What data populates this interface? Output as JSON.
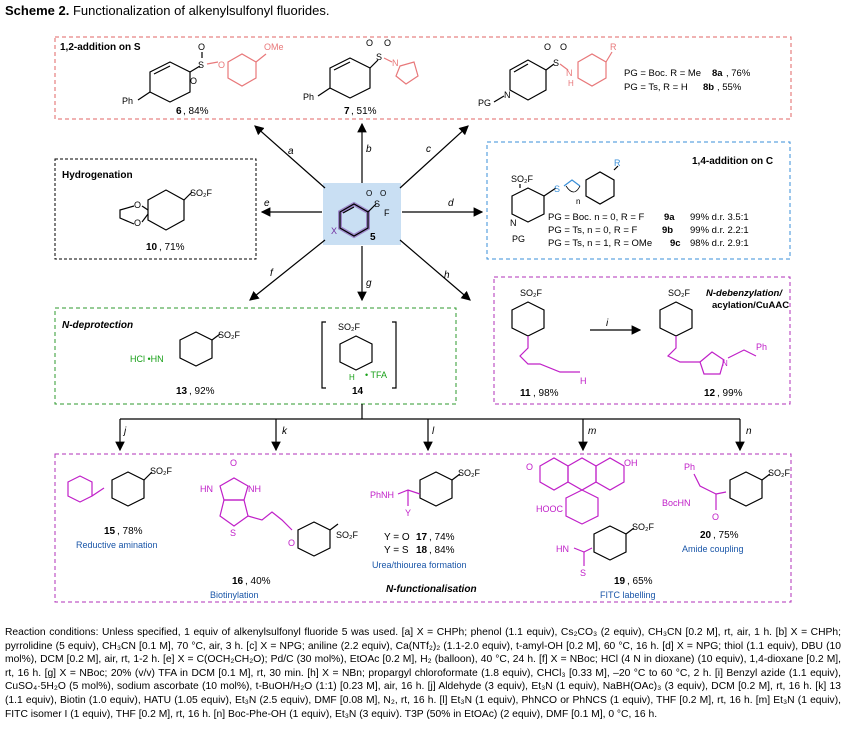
{
  "title": {
    "scheme": "Scheme 2.",
    "text": "Functionalization of alkenylsulfonyl fluorides."
  },
  "center": {
    "x": "X",
    "so2f_s": "S",
    "so2f_o": "O",
    "f": "F",
    "num": "5"
  },
  "arrows": {
    "a": "a",
    "b": "b",
    "c": "c",
    "d": "d",
    "e": "e",
    "f": "f",
    "g": "g",
    "h": "h",
    "i": "i",
    "j": "j",
    "k": "k",
    "l": "l",
    "m": "m",
    "n": "n"
  },
  "box_12": {
    "title": "1,2-addition on S",
    "c6": {
      "label": "6",
      "yield": ", 84%",
      "ome": "OMe",
      "ph": "Ph"
    },
    "c7": {
      "label": "7",
      "yield": ", 51%",
      "ph": "Ph"
    },
    "c8": {
      "r": "R",
      "pg": "PG",
      "n": "N",
      "h": "H",
      "line1": "PG = Boc. R = Me ",
      "line1b": "8a",
      "line1c": ", 76%",
      "line2": "PG = Ts, R = H ",
      "line2b": "8b",
      "line2c": ", 55%"
    }
  },
  "box_hyd": {
    "title": "Hydrogenation",
    "so2f": "SO₂F",
    "label": "10",
    "yield": ", 71%"
  },
  "box_14add": {
    "title": "1,4-addition on C",
    "so2f": "SO₂F",
    "s": "S",
    "n_sub": "n",
    "r": "R",
    "n": "N",
    "pg": "PG",
    "rows": [
      {
        "left": "PG = Boc. n = 0, R = F ",
        "cmp": "9a",
        "right": "99% d.r. 3.5:1"
      },
      {
        "left": "PG = Ts, n = 0, R = F ",
        "cmp": "9b",
        "right": "99% d.r. 2.2:1"
      },
      {
        "left": "PG = Ts, n = 1, R = OMe ",
        "cmp": "9c",
        "right": "98% d.r. 2.9:1"
      }
    ]
  },
  "box_deprot": {
    "title": "N-deprotection",
    "so2f": "SO₂F",
    "hcl": "HCl •HN",
    "label13": "13",
    "yield13": ", 92%",
    "nh": "NH",
    "h": "H",
    "tfa": "• TFA",
    "label14": "14"
  },
  "box_debenz": {
    "title1": "N-debenzylation/",
    "title2": "acylation/CuAAC",
    "so2f": "SO₂F",
    "label11": "11",
    "yield11": ", 98%",
    "label12": "12",
    "yield12": ", 99%",
    "h": "H",
    "ph": "Ph",
    "n": "N"
  },
  "box_nfunc": {
    "title": "N-functionalisation",
    "c15": {
      "label": "15",
      "yield": ", 78%",
      "caption": "Reductive amination"
    },
    "c16": {
      "label": "16",
      "yield": ", 40%",
      "caption": "Biotinylation",
      "hn": "HN",
      "nh": "NH",
      "o": "O",
      "s": "S",
      "h": "H"
    },
    "c17": {
      "line1": "Y = O ",
      "c1": "17",
      "y1": ", 74%",
      "line2": "Y = S ",
      "c2": "18",
      "y2": ", 84%",
      "caption": "Urea/thiourea formation",
      "phnh": "PhNH",
      "y": "Y"
    },
    "c19": {
      "label": "19",
      "yield": ", 65%",
      "caption": "FITC labelling",
      "hooc": "HOOC",
      "oh": "OH",
      "hn": "HN",
      "s": "S"
    },
    "c20": {
      "label": "20",
      "yield": ", 75%",
      "caption": "Amide coupling",
      "bochn": "BocHN",
      "ph": "Ph"
    }
  },
  "conditions": "Reaction conditions: Unless specified, 1 equiv of alkenylsulfonyl fluoride 5 was used. [a] X = CHPh; phenol (1.1 equiv), Cs₂CO₃ (2 equiv), CH₃CN [0.2 M], rt, air, 1 h. [b] X = CHPh; pyrrolidine (5 equiv), CH₃CN [0.1 M], 70 °C, air, 3 h. [c] X = NPG; aniline (2.2 equiv), Ca(NTf₂)₂ (1.1-2.0 equiv), t-amyl-OH [0.2 M], 60 °C, 16 h. [d] X = NPG; thiol (1.1 equiv), DBU (10 mol%), DCM [0.2 M], air, rt, 1-2 h. [e] X = C(OCH₂CH₂O); Pd/C (30 mol%), EtOAc [0.2 M], H₂ (balloon), 40 °C, 24 h. [f] X = NBoc; HCl (4 N in dioxane) (10 equiv), 1,4-dioxane [0.2 M], rt, 16 h. [g] X = NBoc; 20% (v/v) TFA in DCM [0.1 M], rt, 30 min. [h] X = NBn; propargyl chloroformate (1.8 equiv), CHCl₃ [0.33 M], –20 °C to 60 °C, 2 h. [i] Benzyl azide (1.1 equiv), CuSO₄·5H₂O (5 mol%), sodium ascorbate (10 mol%), t-BuOH/H₂O (1:1) [0.23 M], air, 16 h. [j] Aldehyde (3 equiv), Et₃N (1 equiv), NaBH(OAc)₃ (3 equiv), DCM [0.2 M], rt, 16 h. [k] 13 (1.1 equiv), Biotin (1.0 equiv), HATU (1.05 equiv), Et₃N (2.5 equiv), DMF [0.08 M], N₂, rt, 16 h. [l] Et₃N (1 equiv), PhNCO or PhNCS (1 equiv), THF [0.2 M], rt, 16 h. [m] Et₃N (1 equiv), FITC isomer I (1 equiv), THF [0.2 M], rt, 16 h. [n] Boc-Phe-OH (1 equiv), Et₃N (3 equiv). T3P (50% in EtOAc) (2 equiv), DMF [0.1 M], 0 °C, 16 h.",
  "colors": {
    "pink_box": "#e06666",
    "blue_box": "#3a8fd8",
    "green_box": "#2e9a2e",
    "magenta_box": "#b030b8",
    "center_fill": "#c9dff3",
    "center_ring": "#7030a0",
    "pink_mol": "#e8787a",
    "caption_blue": "#1a56a8"
  }
}
